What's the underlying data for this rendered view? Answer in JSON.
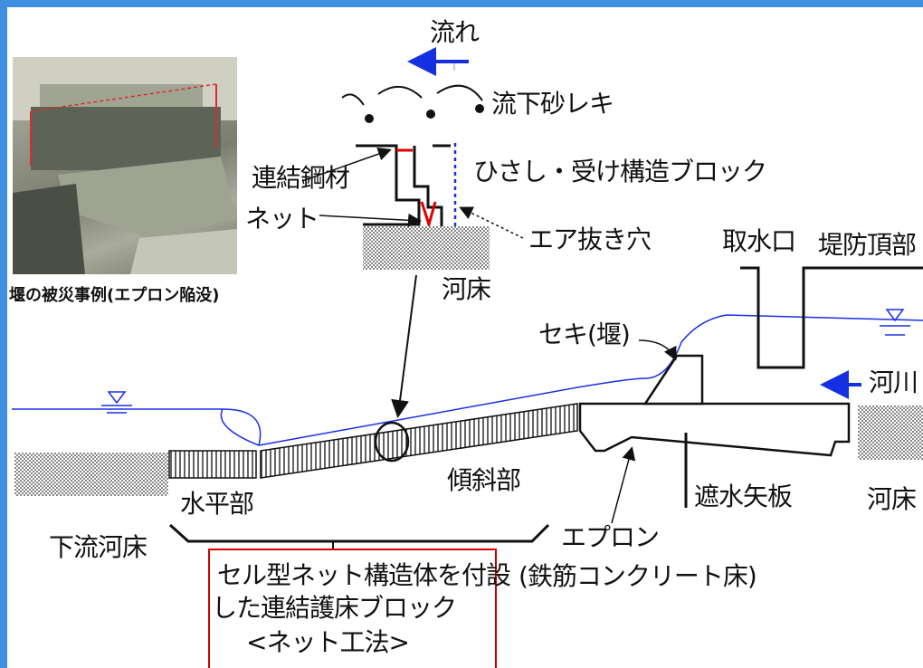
{
  "photo": {
    "caption": "堰の被災事例(エプロン陥没)"
  },
  "detail": {
    "flow_label": "流れ",
    "sediment_label": "流下砂レキ",
    "steel_label": "連結鋼材",
    "eaves_block_label": "ひさし・受け構造ブロック",
    "net_label": "ネット",
    "air_hole_label": "エア抜き穴",
    "riverbed_label": "河床"
  },
  "structure": {
    "intake_label": "取水口",
    "levee_crown_label": "堤防頂部",
    "weir_label": "セキ(堰)",
    "river_label": "河川",
    "riverbed_right_label": "河床",
    "slope_label": "傾斜部",
    "horizontal_label": "水平部",
    "downstream_bed_label": "下流河床",
    "cutoff_label": "遮水矢板",
    "apron_label": "エプロン",
    "apron_sub_label": "(鉄筋コンクリート床)"
  },
  "callout": {
    "line1": "セル型ネット構造体を付設",
    "line2": "した連結護床ブロック",
    "line3": "<ネット工法>"
  },
  "colors": {
    "water": "#1a2ee8",
    "flow_arrow": "#1530e0",
    "net": "#e00000",
    "border": "#3f8fe0"
  }
}
